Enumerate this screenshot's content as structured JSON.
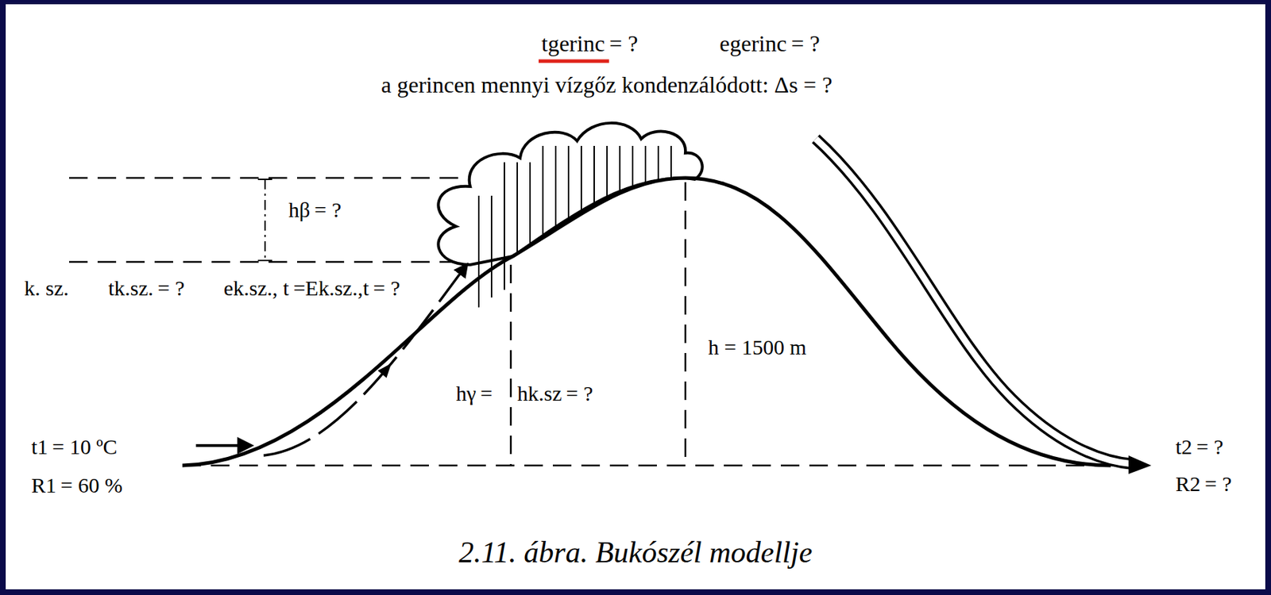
{
  "diagram": {
    "caption": "2.11. ábra. Bukószél modellje",
    "labels": [
      "t",
      "gerinc",
      "= ?",
      "e",
      "gerinc",
      "= ?",
      "a gerincen mennyi vízgőz kondenzálódott: Δs = ?",
      "h",
      "β",
      "= ?",
      "k. sz.",
      "t",
      "k.sz.",
      "= ?",
      "e",
      "k.sz., t",
      "=",
      "E",
      "k.sz.,t",
      "= ?",
      "h = 1500 m",
      "h",
      "γ",
      "=",
      "h",
      "k.sz",
      "= ?",
      "t",
      "1",
      "= 10 ºC",
      "R",
      "1",
      "= 60 %",
      "t",
      "2",
      "= ?",
      "R",
      "2",
      "= ?"
    ]
  }
}
